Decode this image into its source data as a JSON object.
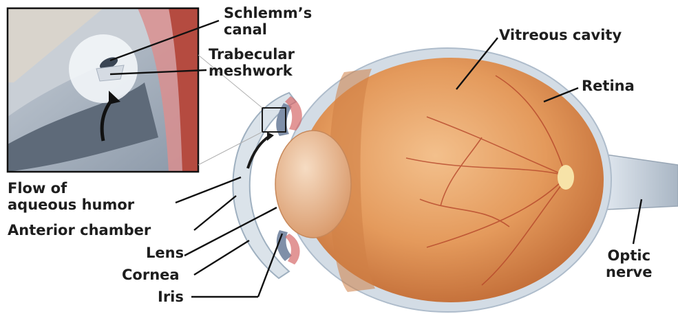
{
  "labels": {
    "schlemms_canal": {
      "line1": "Schlemm’s",
      "line2": "canal"
    },
    "trabecular_meshwork": {
      "line1": "Trabecular",
      "line2": "meshwork"
    },
    "vitreous_cavity": "Vitreous cavity",
    "retina": "Retina",
    "flow_of_aqueous_humor": {
      "line1": "Flow of",
      "line2": "aqueous humor"
    },
    "anterior_chamber": "Anterior chamber",
    "lens": "Lens",
    "cornea": "Cornea",
    "iris": "Iris",
    "optic_nerve": {
      "line1": "Optic",
      "line2": "nerve"
    }
  },
  "colors": {
    "eyeball": "#dd9255",
    "sclera": "#cfd8e2",
    "lens": "#e9b98e",
    "vessels": "#b6472b",
    "label_text": "#1e1e1e"
  }
}
